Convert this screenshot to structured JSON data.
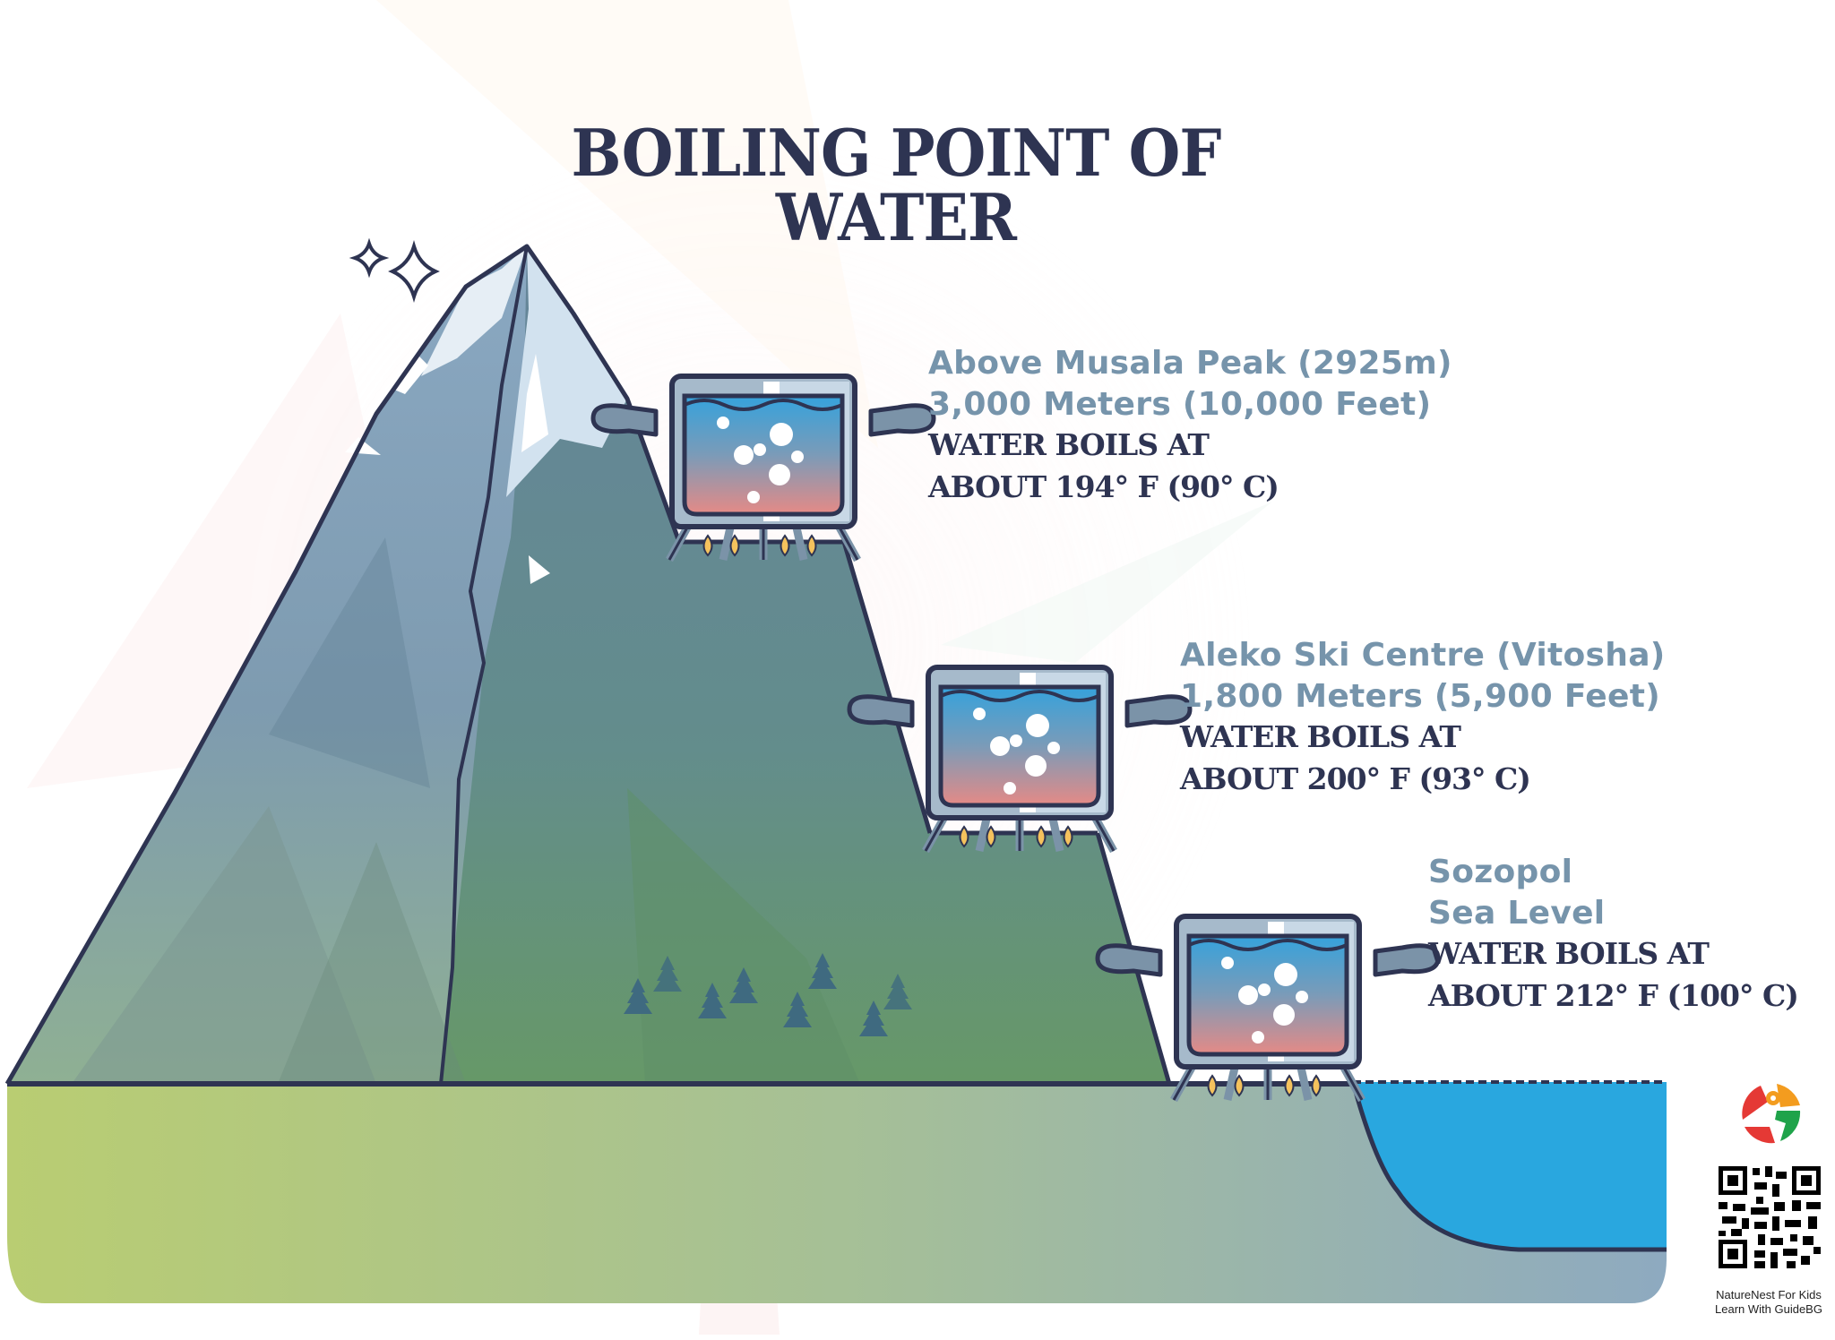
{
  "title": "BOILING POINT OF WATER",
  "stations": [
    {
      "place": "Above Musala Peak (2925m)",
      "altitude": "3,000 Meters (10,000 Feet)",
      "boil_line1": "WATER BOILS AT",
      "boil_line2": "ABOUT 194° F (90° C)",
      "altitude_m": 3000,
      "altitude_ft": 10000,
      "boiling_f": 194,
      "boiling_c": 90
    },
    {
      "place": "Aleko Ski Centre (Vitosha)",
      "altitude": "1,800 Meters (5,900 Feet)",
      "boil_line1": "WATER BOILS AT",
      "boil_line2": "ABOUT 200° F (93° C)",
      "altitude_m": 1800,
      "altitude_ft": 5900,
      "boiling_f": 200,
      "boiling_c": 93
    },
    {
      "place": "Sozopol",
      "altitude": "Sea Level",
      "boil_line1": "WATER BOILS AT",
      "boil_line2": "ABOUT 212° F (100° C)",
      "altitude_m": 0,
      "altitude_ft": 0,
      "boiling_f": 212,
      "boiling_c": 100
    }
  ],
  "brand": {
    "line1": "NatureNest For Kids",
    "line2": "Learn With GuideBG"
  },
  "colors": {
    "title": "#2e3452",
    "location_text": "#7694ab",
    "outline": "#2e3452",
    "sea": "#29a7df",
    "water_top": "#35a2dc",
    "water_bottom": "#e58a86",
    "flame": "#f5c25d",
    "ground_left": "#b9cd72",
    "ground_right": "#8eaac0"
  }
}
